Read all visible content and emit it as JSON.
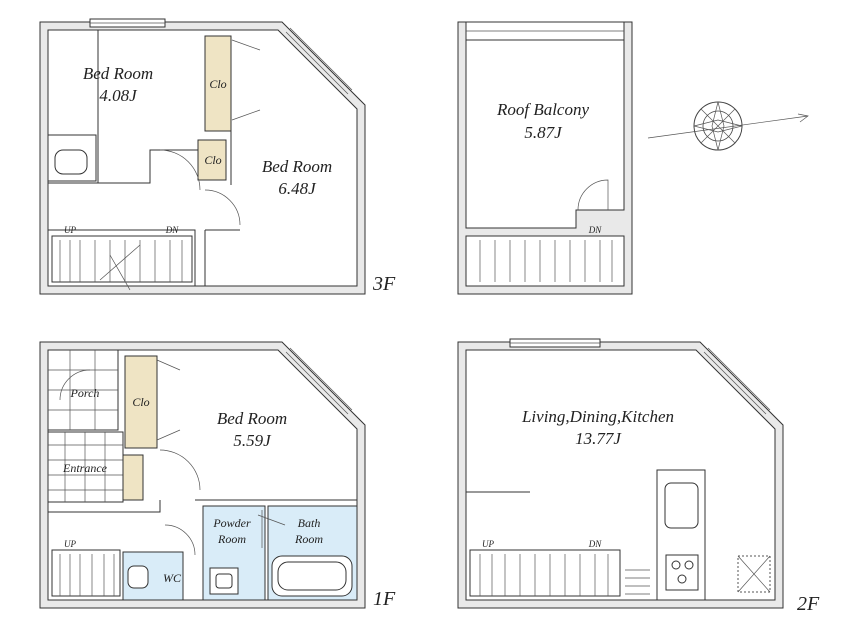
{
  "floors": {
    "f3": {
      "label": "3F",
      "rooms": {
        "bed1": {
          "name": "Bed Room",
          "size": "4.08J"
        },
        "bed2": {
          "name": "Bed Room",
          "size": "6.48J"
        },
        "clo1": {
          "name": "Clo"
        },
        "clo2": {
          "name": "Clo"
        }
      },
      "stairs": {
        "up": "UP",
        "dn": "DN"
      }
    },
    "roof": {
      "rooms": {
        "balcony": {
          "name": "Roof Balcony",
          "size": "5.87J"
        }
      },
      "stairs": {
        "dn": "DN"
      }
    },
    "f1": {
      "label": "1F",
      "rooms": {
        "bed": {
          "name": "Bed Room",
          "size": "5.59J"
        },
        "clo": {
          "name": "Clo"
        },
        "porch": {
          "name": "Porch"
        },
        "entrance": {
          "name": "Entrance"
        },
        "powder": {
          "name": "Powder",
          "name2": "Room"
        },
        "bath": {
          "name": "Bath",
          "name2": "Room"
        },
        "wc": {
          "name": "WC"
        }
      },
      "stairs": {
        "up": "UP"
      }
    },
    "f2": {
      "label": "2F",
      "rooms": {
        "ldk": {
          "name": "Living,Dining,Kitchen",
          "size": "13.77J"
        }
      },
      "stairs": {
        "up": "UP",
        "dn": "DN"
      }
    }
  },
  "compass": {
    "icon": "compass-rose-icon"
  },
  "colors": {
    "closet": "#efe4c4",
    "wet_area": "#d9ecf8",
    "wall": "#e9e9e9"
  }
}
